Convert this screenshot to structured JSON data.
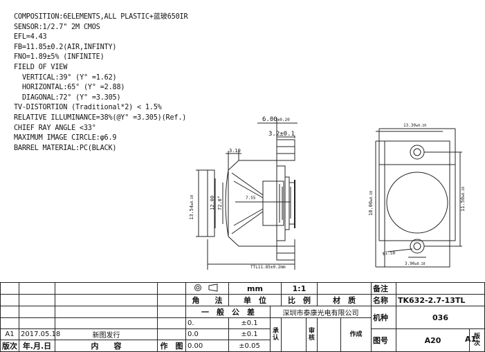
{
  "specs": [
    {
      "text": "COMPOSITION:6ELEMENTS,ALL PLASTIC+蓝玻650IR",
      "indent": false
    },
    {
      "text": "SENSOR:1/2.7\" 2M CMOS",
      "indent": false
    },
    {
      "text": "EFL=4.43",
      "indent": false
    },
    {
      "text": "FB=11.85±0.2(AIR,INFINTY)",
      "indent": false
    },
    {
      "text": "FNO=1.89±5% (INFINITE)",
      "indent": false
    },
    {
      "text": "FIELD OF VIEW",
      "indent": false
    },
    {
      "text": "VERTICAL:39° (Y° =1.62)",
      "indent": true
    },
    {
      "text": "HORIZONTAL:65° (Y° =2.88)",
      "indent": true
    },
    {
      "text": "DIAGONAL:72° (Y° =3.305)",
      "indent": true
    },
    {
      "text": "TV-DISTORTION (Traditional*2) < 1.5%",
      "indent": false
    },
    {
      "text": "RELATIVE ILLUMINANCE=38%(@Y° =3.305)(Ref.)",
      "indent": false
    },
    {
      "text": "CHIEF RAY ANGLE <33°",
      "indent": false
    },
    {
      "text": "MAXIMUM IMAGE CIRCLE:φ6.9",
      "indent": false
    },
    {
      "text": "BARREL MATERIAL:PC(BLACK)",
      "indent": false
    }
  ],
  "dimensions": {
    "d600": "6.00",
    "d600_tol": "±0.20",
    "d32": "3.2±0.1",
    "d310": "3.10",
    "d1354": "13.54",
    "d1354_tol": "±0.10",
    "d1200": "12.00",
    "d720": "72.0°",
    "d755": "7.55",
    "ttl": "TTL11.85±0.2mm",
    "d1330": "13.30",
    "d1330_tol": "±0.10",
    "d1800": "18.00",
    "d1800_tol": "±0.10",
    "d1150": "11.50",
    "d1150_tol": "±0.10",
    "phi150": "φ1.50",
    "d390": "3.90",
    "d390_tol": "±0.10"
  },
  "titleblock": {
    "mm": "mm",
    "scale": "1:1",
    "remark": "备注",
    "angle": "角　　法",
    "unit": "单　位",
    "ratio": "比　例",
    "material": "材　质",
    "name_label": "名称",
    "name_value": "TK632-2.7-13TL",
    "general_tol": "一　般　公　差",
    "company": "深圳市泰康光电有限公司",
    "model_label": "机种",
    "model_value": "036",
    "tol_rows": [
      {
        "a": "0.",
        "b": "±0.1"
      },
      {
        "a": "0.0",
        "b": "±0.1"
      },
      {
        "a": "0.00",
        "b": "±0.05"
      }
    ],
    "approve": "承认",
    "review": "审核",
    "make": "作成",
    "drawing_no_label": "图号",
    "drawing_no_value": "A20",
    "rev_label": "版次",
    "rev_value": "A1",
    "rev_row": {
      "rev": "A1",
      "date": "2017.05.18",
      "content": "新图发行"
    },
    "hdr_rev": "版次",
    "hdr_date": "年.月.日",
    "hdr_content": "内　　容",
    "hdr_author": "作　图"
  }
}
